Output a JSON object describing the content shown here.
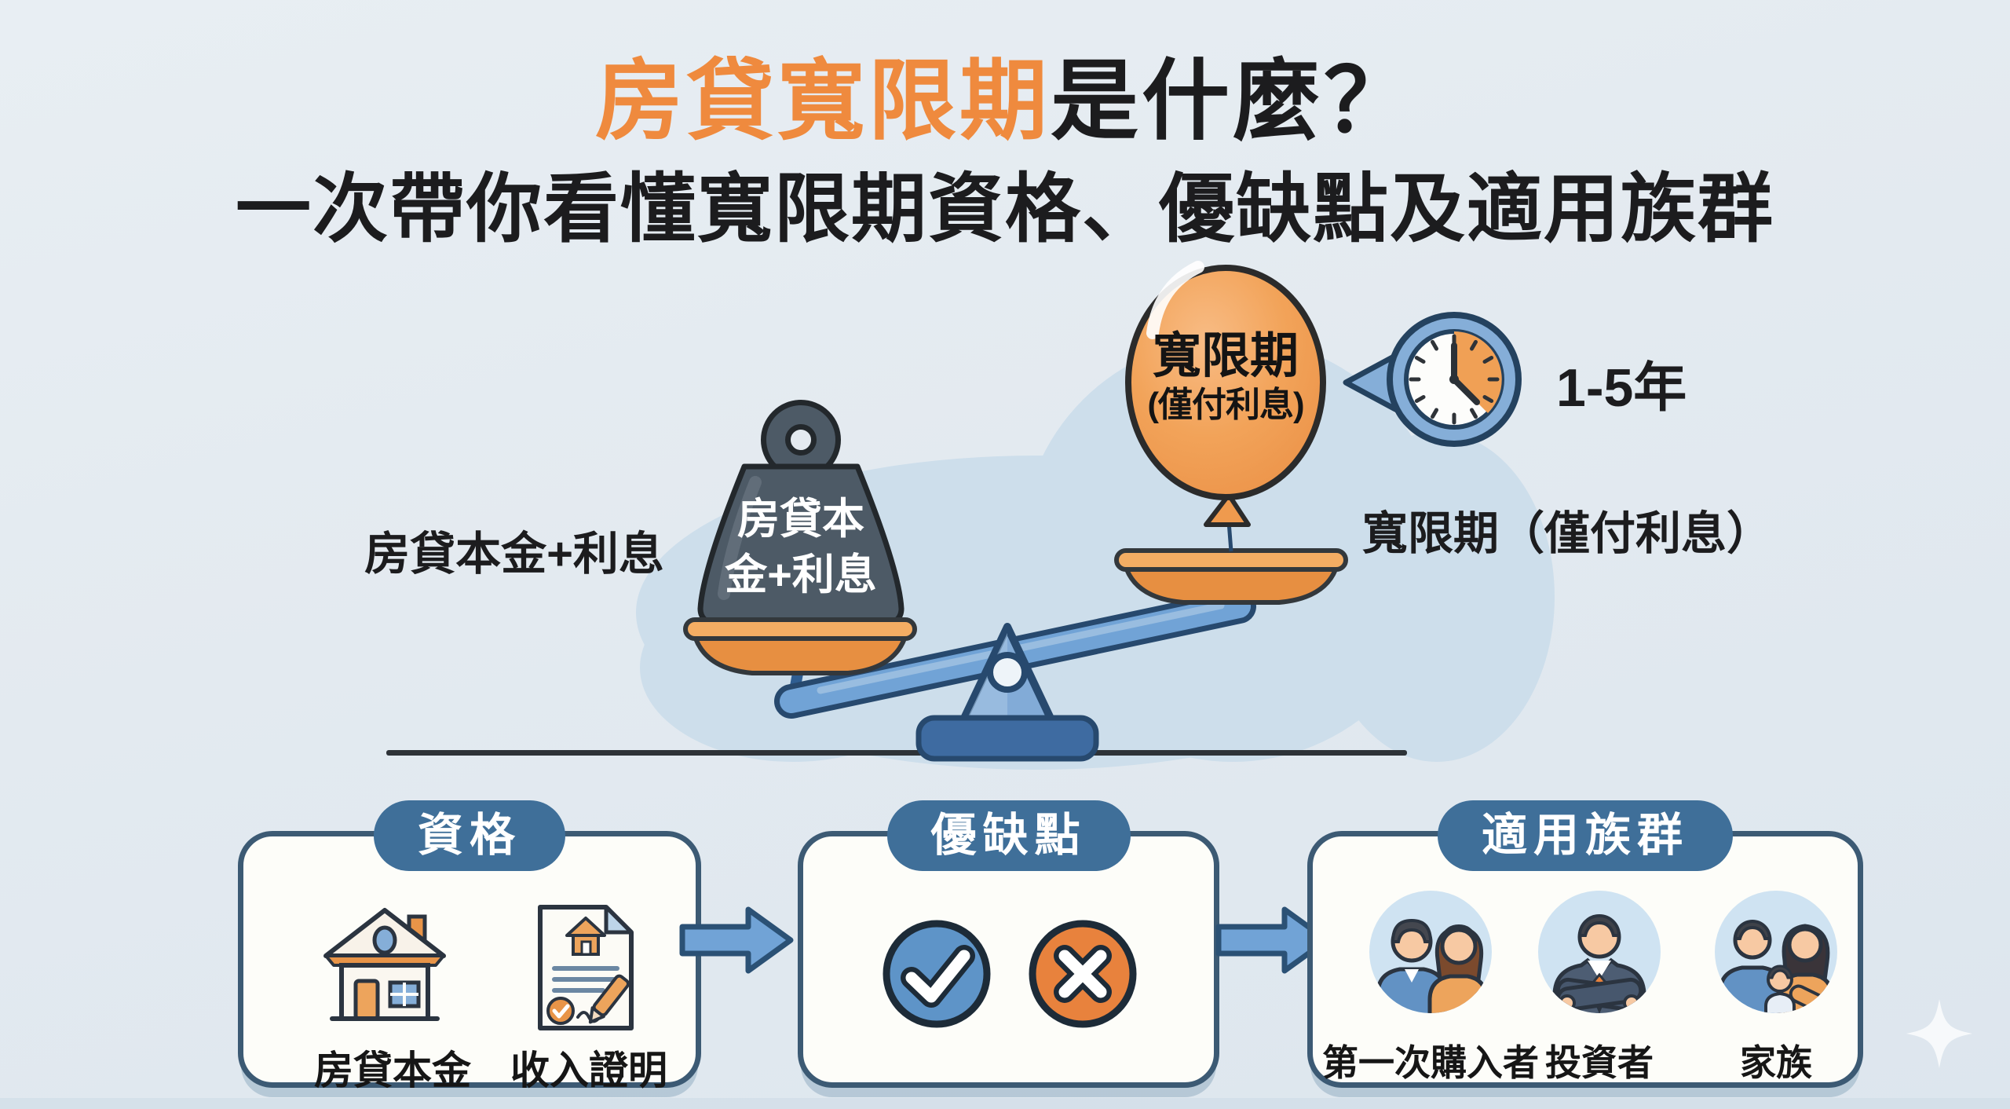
{
  "title": {
    "highlight": "房貸寬限期",
    "rest": "是什麼？",
    "subtitle": "一次帶你看懂寬限期資格、優缺點及適用族群"
  },
  "scale": {
    "left_label": "房貸本金+利息",
    "weight_line1": "房貸本",
    "weight_line2": "金+利息",
    "balloon_title": "寬限期",
    "balloon_note": "(僅付利息)",
    "clock_duration": "1-5年",
    "right_label": "寬限期（僅付利息）"
  },
  "cards": [
    {
      "header": "資格",
      "items": [
        {
          "icon": "house-icon",
          "label": "房貸本金"
        },
        {
          "icon": "income-proof-document-icon",
          "label": "收入證明"
        }
      ]
    },
    {
      "header": "優缺點",
      "items": [
        {
          "icon": "check-circle-icon",
          "label": ""
        },
        {
          "icon": "cross-circle-icon",
          "label": ""
        }
      ]
    },
    {
      "header": "適用族群",
      "items": [
        {
          "icon": "first-time-buyers-icon",
          "label": "第一次購入者"
        },
        {
          "icon": "investor-icon",
          "label": "投資者"
        },
        {
          "icon": "family-icon",
          "label": "家族"
        }
      ]
    }
  ],
  "colors": {
    "accent_orange": "#ef8a3e",
    "pan_orange": "#e78f41",
    "pill_blue": "#3f6f99",
    "beam_blue": "#71a3d6",
    "weight_gray": "#4d5a66",
    "cloud_blue": "#cddeeb",
    "text_dark": "#1c1c1e",
    "background": "#e3eaf0"
  }
}
